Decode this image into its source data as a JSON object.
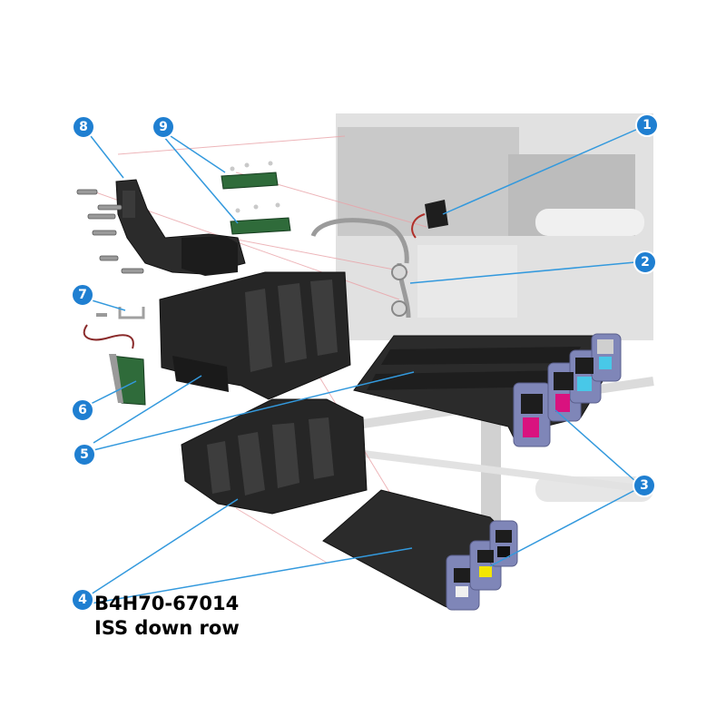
{
  "caption": {
    "part_number": "B4H70-67014",
    "part_name": "ISS down row"
  },
  "callouts": [
    "1",
    "2",
    "3",
    "4",
    "5",
    "6",
    "7",
    "8",
    "9"
  ],
  "colors": {
    "callout_fill": "#1f7fd1",
    "callout_border": "#ffffff",
    "leader_line": "#3399dd",
    "ink_magenta": "#d9127f",
    "ink_cyan": "#48c8e8",
    "ink_yellow": "#f3e600",
    "ink_black": "#111111",
    "cartridge_frame": "#7f86b8",
    "plastic_dark": "#2b2b2b"
  }
}
